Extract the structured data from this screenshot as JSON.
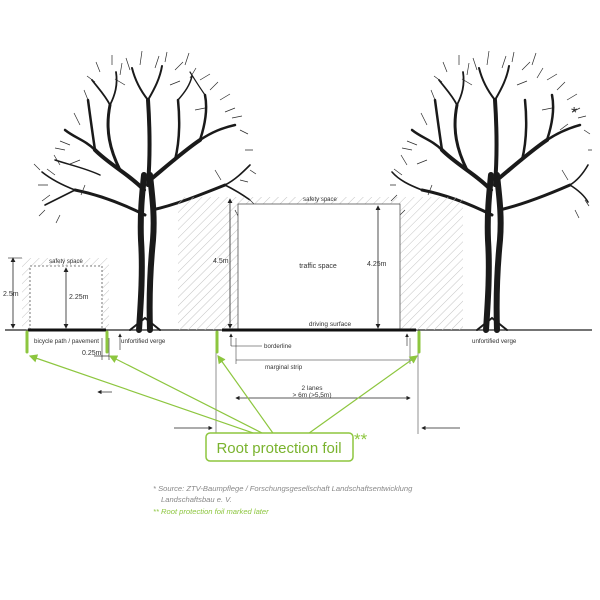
{
  "corner_mark": "*",
  "labels": {
    "safety_space_left": "safety space",
    "safety_space_main": "safety space",
    "traffic_space": "traffic space",
    "driving_surface": "driving surface",
    "borderline": "borderline",
    "marginal_strip": "marginal strip",
    "bicycle_path": "bicycle path / pavement",
    "unfortified_verge_left": "unfortified verge",
    "unfortified_verge_right": "unfortified verge",
    "height_25": "2.5m",
    "height_225": "2.25m",
    "width_025": "0.25m",
    "height_45": "4.5m",
    "height_425": "4.25m",
    "lanes_line1": "2 lanes",
    "lanes_line2": "> 6m (>5,5m)"
  },
  "callout": {
    "text": "Root protection foil",
    "mark": "**"
  },
  "footnotes": {
    "source_line1": "* Source: ZTV-Baumpflege / Forschungsgesellschaft Landschaftsentwicklung",
    "source_line2": "Landschaftsbau e. V.",
    "foil_note": "** Root protection foil marked later"
  },
  "colors": {
    "accent_green": "#8dc63f",
    "line": "#222222",
    "hatch": "#bbbbbb",
    "note_grey": "#888888"
  }
}
